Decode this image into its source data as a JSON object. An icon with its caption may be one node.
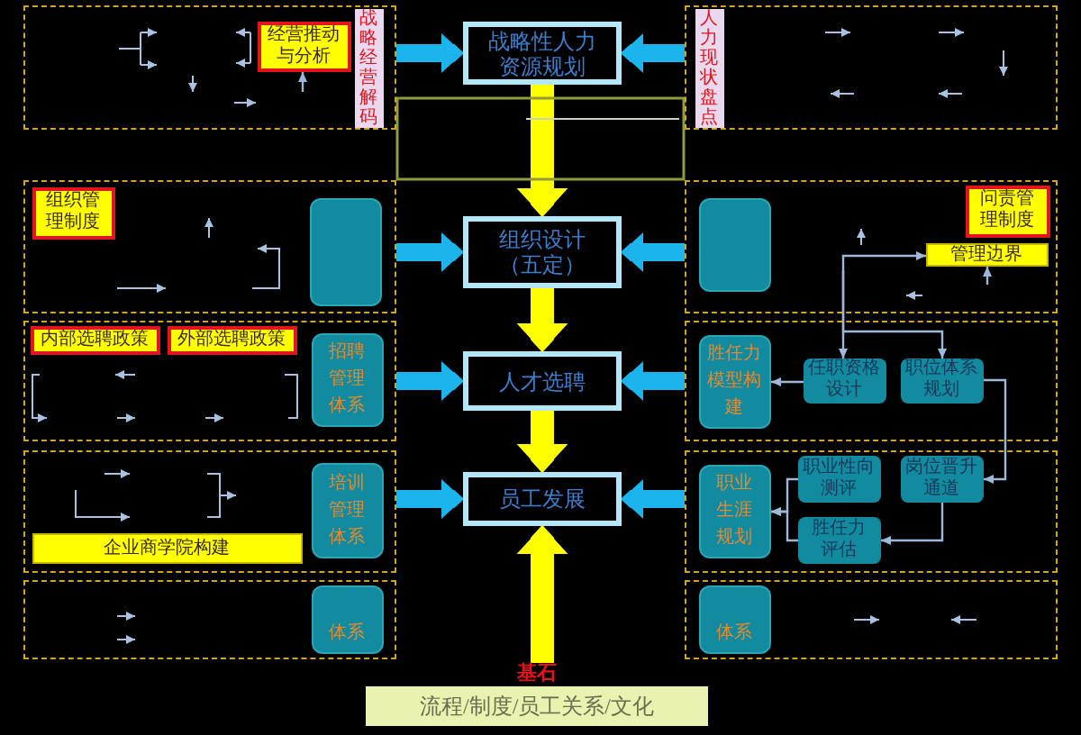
{
  "diagram": {
    "nodes": [
      {
        "text": [],
        "shape": "box"
      },
      {
        "text": [
          "经营推动与分析"
        ],
        "in": 0
      },
      {
        "text": [
          "战略经营解码"
        ],
        "in": 0
      },
      {
        "text": [
          "战略性人力资源规划"
        ]
      },
      {
        "text": [],
        "shape": "box"
      },
      {
        "text": [
          "人力现状盘点"
        ],
        "in": 4
      },
      {
        "text": [],
        "shape": "box"
      },
      {
        "text": [
          "组织管理制度"
        ],
        "in": 6
      },
      {
        "text": [],
        "shape": "box",
        "in": 6
      },
      {
        "text": [
          "组织设计（五定）"
        ]
      },
      {
        "text": [],
        "shape": "box"
      },
      {
        "text": [],
        "shape": "box",
        "in": 10
      },
      {
        "text": [
          "问责管理制度"
        ],
        "in": 10
      },
      {
        "text": [
          "管理边界"
        ],
        "in": 10
      },
      {
        "text": [],
        "shape": "box"
      },
      {
        "text": [
          "内部选聘政策"
        ],
        "in": 14
      },
      {
        "text": [
          "外部选聘政策"
        ],
        "in": 14
      },
      {
        "text": [
          "招聘管理体系"
        ],
        "in": 14
      },
      {
        "text": [
          "人才选聘"
        ]
      },
      {
        "text": [],
        "shape": "box"
      },
      {
        "text": [
          "胜任力模型构建"
        ],
        "in": 19
      },
      {
        "text": [
          "任职资格设计"
        ],
        "in": 19
      },
      {
        "text": [
          "职位体系规划"
        ],
        "in": 19
      },
      {
        "text": [],
        "shape": "box"
      },
      {
        "text": [
          "培训管理体系"
        ],
        "in": 23
      },
      {
        "text": [
          "企业商学院构建"
        ],
        "in": 23
      },
      {
        "text": [
          "员工发展"
        ]
      },
      {
        "text": [],
        "shape": "box"
      },
      {
        "text": [
          "职业生涯规划"
        ],
        "in": 27
      },
      {
        "text": [
          "职业性向测评"
        ],
        "in": 27
      },
      {
        "text": [
          "岗位晋升通道"
        ],
        "in": 27
      },
      {
        "text": [
          "胜任力评估"
        ],
        "in": 27
      },
      {
        "text": [],
        "shape": "box"
      },
      {
        "text": [
          "体系"
        ],
        "in": 32
      },
      {
        "text": [],
        "shape": "box"
      },
      {
        "text": [
          "体系"
        ],
        "in": 34
      },
      {
        "text": [
          "基石",
          "流程/制度/员工关系/文化"
        ]
      }
    ],
    "edges": [
      {
        "from": 0,
        "to": 3,
        "arrow": "to",
        "color": "#1cb4ec"
      },
      {
        "from": 4,
        "to": 3,
        "arrow": "to",
        "color": "#1cb4ec"
      },
      {
        "from": 3,
        "to": 9,
        "arrow": "to",
        "color": "#ffff00"
      },
      {
        "from": 6,
        "to": 9,
        "arrow": "to",
        "color": "#1cb4ec"
      },
      {
        "from": 10,
        "to": 9,
        "arrow": "to",
        "color": "#1cb4ec"
      },
      {
        "from": 9,
        "to": 18,
        "arrow": "to",
        "color": "#ffff00"
      },
      {
        "from": 14,
        "to": 18,
        "arrow": "to",
        "color": "#1cb4ec"
      },
      {
        "from": 19,
        "to": 18,
        "arrow": "to",
        "color": "#1cb4ec"
      },
      {
        "from": 18,
        "to": 26,
        "arrow": "to",
        "color": "#ffff00"
      },
      {
        "from": 23,
        "to": 26,
        "arrow": "to",
        "color": "#1cb4ec"
      },
      {
        "from": 27,
        "to": 26,
        "arrow": "to",
        "color": "#1cb4ec"
      },
      {
        "from": 36,
        "to": 26,
        "arrow": "to",
        "color": "#ffff00"
      },
      {
        "from": 21,
        "to": 20,
        "arrow": "to"
      },
      {
        "from": null,
        "to": 13,
        "arrow": "to"
      },
      {
        "from": null,
        "to": 21,
        "arrow": "to"
      },
      {
        "from": null,
        "to": 22,
        "arrow": "to"
      },
      {
        "from": 22,
        "to": 30,
        "arrow": "to"
      },
      {
        "from": 30,
        "to": 31,
        "arrow": "to"
      },
      {
        "from": 29,
        "to": 28,
        "arrow": "to"
      },
      {
        "from": 31,
        "to": 28,
        "arrow": "to"
      },
      {
        "from": null,
        "to": 1,
        "arrow": "to"
      },
      {
        "from": null,
        "to": 13,
        "arrow": "to"
      }
    ]
  }
}
